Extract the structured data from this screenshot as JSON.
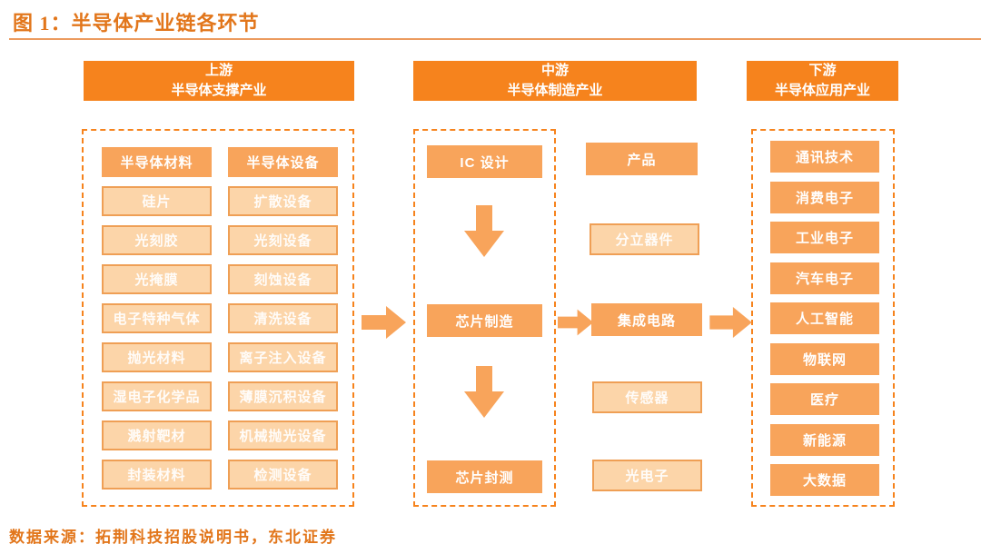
{
  "title": "图 1：半导体产业链各环节",
  "footer": "数据来源：拓荆科技招股说明书，东北证券",
  "colors": {
    "accent_orange": "#F6831D",
    "solid_box": "#F8A45B",
    "light_box_bg": "#FCD5A9",
    "light_box_border": "#EF9F55",
    "title_text": "#E2761B"
  },
  "upstream": {
    "header_line1": "上游",
    "header_line2": "半导体支撑产业",
    "materials": [
      "半导体材料",
      "硅片",
      "光刻胶",
      "光掩膜",
      "电子特种气体",
      "抛光材料",
      "湿电子化学品",
      "溅射靶材",
      "封装材料"
    ],
    "equipment": [
      "半导体设备",
      "扩散设备",
      "光刻设备",
      "刻蚀设备",
      "清洗设备",
      "离子注入设备",
      "薄膜沉积设备",
      "机械抛光设备",
      "检测设备"
    ]
  },
  "midstream": {
    "header_line1": "中游",
    "header_line2": "半导体制造产业",
    "flow": [
      "IC 设计",
      "芯片制造",
      "芯片封测"
    ],
    "products": [
      "产品",
      "分立器件",
      "集成电路",
      "传感器",
      "光电子"
    ]
  },
  "downstream": {
    "header_line1": "下游",
    "header_line2": "半导体应用产业",
    "applications": [
      "通讯技术",
      "消费电子",
      "工业电子",
      "汽车电子",
      "人工智能",
      "物联网",
      "医疗",
      "新能源",
      "大数据"
    ]
  }
}
